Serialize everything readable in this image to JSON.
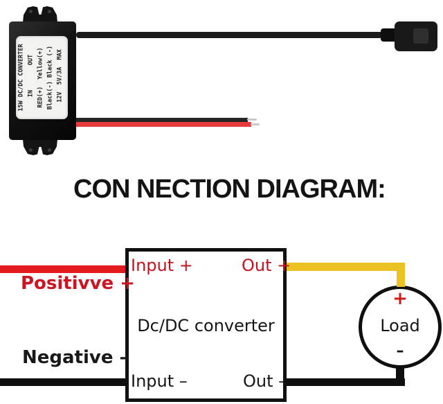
{
  "product": {
    "label_lines": [
      "15W DC/DC CONVERTER",
      " IN       OUT",
      "RED(+)  Yellow(+)",
      "Black(-) Black (-)",
      " 12V  5V/3A  MAX"
    ]
  },
  "title": "CON NECTION DIAGRAM:",
  "diagram": {
    "converter_label": "Dc/DC converter",
    "input_plus": "Input +",
    "out_plus": "Out +",
    "input_minus": "Input –",
    "out_minus": "Out –",
    "positive_label": "Positivve +",
    "negative_label": "Negative –",
    "load": {
      "label": "Load",
      "plus": "+",
      "minus": "–"
    }
  },
  "colors": {
    "wire_red": "#e41a20",
    "wire_yellow": "#ecc122",
    "wire_black": "#0f0f0f",
    "text_red": "#cb1522",
    "text_black": "#161616"
  }
}
